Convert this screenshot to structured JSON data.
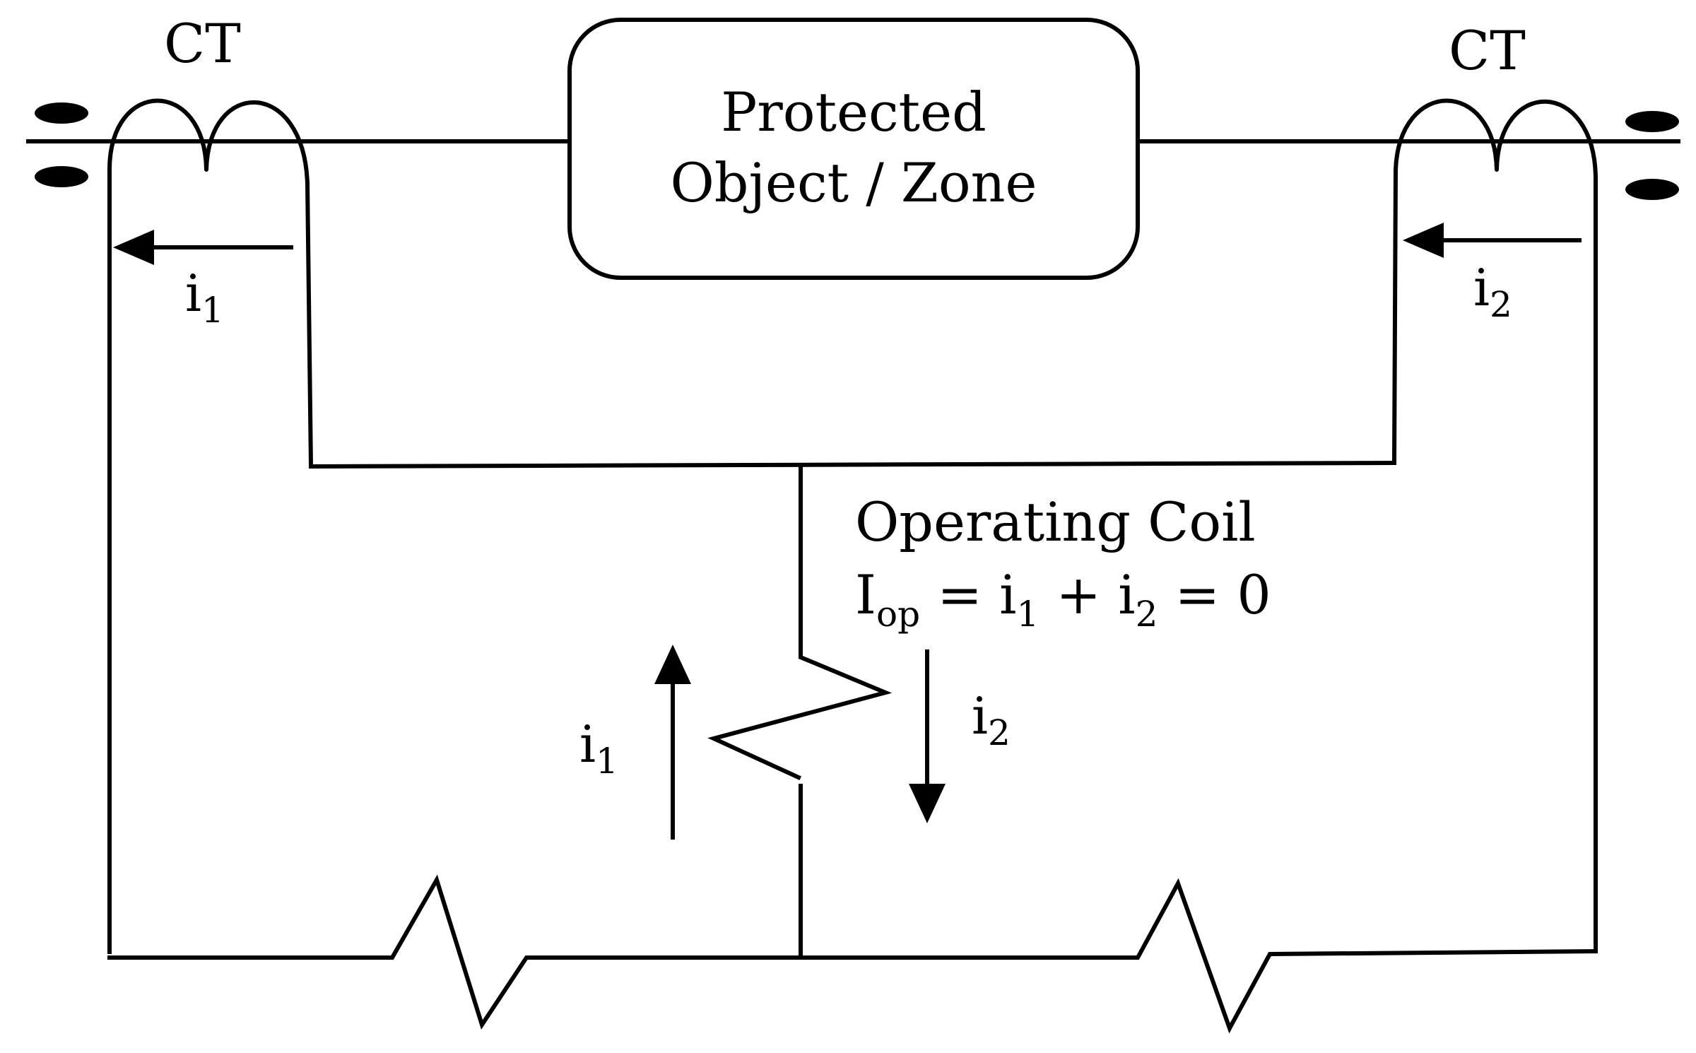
{
  "ct_left_label": "CT",
  "ct_right_label": "CT",
  "protected_zone": {
    "line1": "Protected",
    "line2": "Object / Zone"
  },
  "operating_coil": {
    "title": "Operating Coil",
    "eq_I": "I",
    "eq_I_sub": "op",
    "eq_eq1": " = i",
    "eq_sub1": "1",
    "eq_plus": " + i",
    "eq_sub2": "2",
    "eq_tail": " = 0"
  },
  "current_labels": {
    "left_ct": {
      "base": "i",
      "sub": "1"
    },
    "right_ct": {
      "base": "i",
      "sub": "2"
    },
    "coil_up": {
      "base": "i",
      "sub": "1"
    },
    "coil_down": {
      "base": "i",
      "sub": "2"
    }
  },
  "colors": {
    "stroke": "#000000",
    "background": "#ffffff"
  }
}
